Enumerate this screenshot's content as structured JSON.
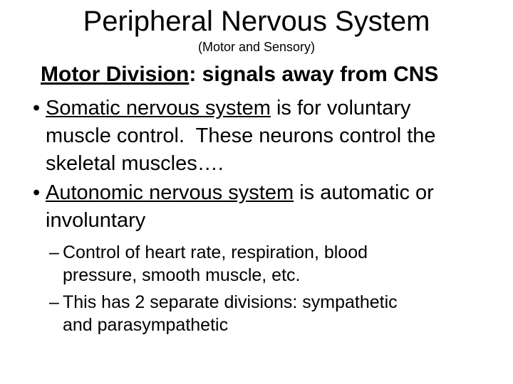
{
  "slide": {
    "title": "Peripheral Nervous System",
    "subtitle": "(Motor and Sensory)",
    "heading": {
      "term": "Motor Division",
      "rest": ": signals away from CNS"
    },
    "bullets": [
      {
        "marker": "•",
        "line1": {
          "term": "Somatic nervous system",
          "rest": " is for voluntary"
        },
        "line2": "muscle control.  These neurons control the",
        "line3": "skeletal muscles…."
      },
      {
        "marker": "•",
        "line1": {
          "term": "Autonomic nervous system",
          "rest": " is automatic or"
        },
        "line2": "involuntary"
      }
    ],
    "sub_bullets": [
      {
        "marker": "–",
        "line1": "Control of heart rate, respiration, blood",
        "line2": "pressure, smooth muscle, etc."
      },
      {
        "marker": "–",
        "line1": "This has 2 separate divisions: sympathetic",
        "line2": "and parasympathetic"
      }
    ],
    "colors": {
      "background": "#ffffff",
      "text": "#000000"
    }
  }
}
